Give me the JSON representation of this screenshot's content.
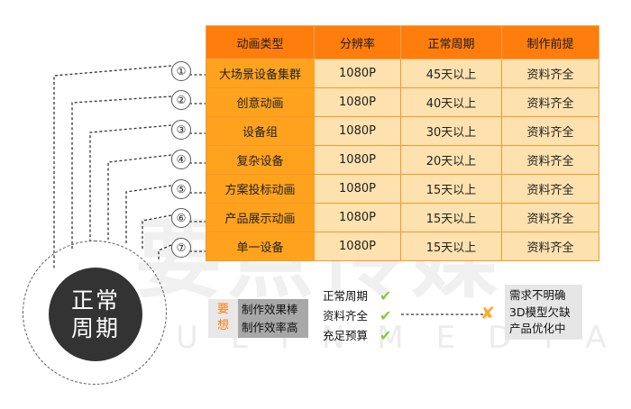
{
  "watermark": {
    "text": "要点传媒",
    "sub": "ULINMEDIA"
  },
  "table": {
    "headers": [
      "动画类型",
      "分辨率",
      "正常周期",
      "制作前提"
    ],
    "rows": [
      {
        "marker": "①",
        "type": "大场景设备集群",
        "resolution": "1080P",
        "period": "45天以上",
        "prerequisite": "资料齐全"
      },
      {
        "marker": "②",
        "type": "创意动画",
        "resolution": "1080P",
        "period": "40天以上",
        "prerequisite": "资料齐全"
      },
      {
        "marker": "③",
        "type": "设备组",
        "resolution": "1080P",
        "period": "30天以上",
        "prerequisite": "资料齐全"
      },
      {
        "marker": "④",
        "type": "复杂设备",
        "resolution": "1080P",
        "period": "20天以上",
        "prerequisite": "资料齐全"
      },
      {
        "marker": "⑤",
        "type": "方案投标动画",
        "resolution": "1080P",
        "period": "15天以上",
        "prerequisite": "资料齐全"
      },
      {
        "marker": "⑥",
        "type": "产品展示动画",
        "resolution": "1080P",
        "period": "15天以上",
        "prerequisite": "资料齐全"
      },
      {
        "marker": "⑦",
        "type": "单一设备",
        "resolution": "1080P",
        "period": "15天以上",
        "prerequisite": "资料齐全"
      }
    ]
  },
  "hub": {
    "text": "正常周期"
  },
  "want": {
    "label": "要想",
    "items": [
      "制作效果棒",
      "制作效率高"
    ]
  },
  "conditions": {
    "items": [
      "正常周期",
      "资料齐全",
      "充足预算"
    ],
    "check_symbol": "✔"
  },
  "missing": {
    "cross_symbol": "✘",
    "items": [
      "需求不明确",
      "3D模型欠缺",
      "产品优化中"
    ]
  },
  "colors": {
    "header": "#ff7d0c",
    "type_cell": "#ffa21d",
    "value_cell": "#fde1ae",
    "hub": "#333333",
    "check": "#8cc63f",
    "cross": "#ffab2e"
  }
}
